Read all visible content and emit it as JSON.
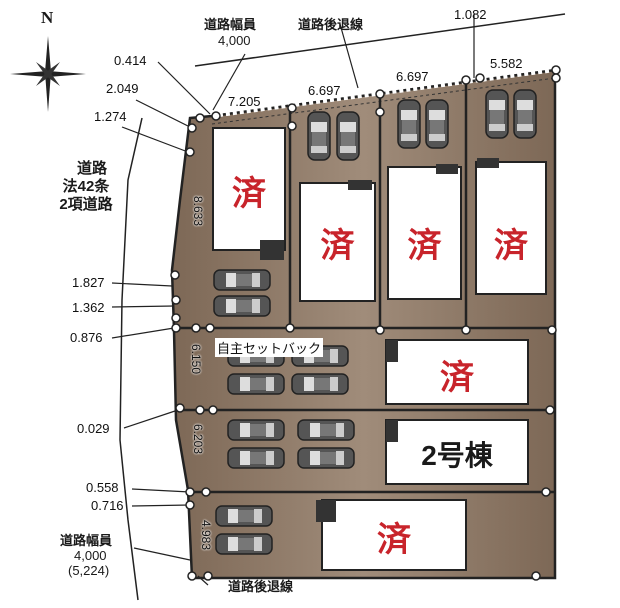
{
  "compass": {
    "north_label": "N",
    "icon": "compass-rose-icon"
  },
  "roads": {
    "north_road": {
      "label": "道路幅員",
      "width": "4,000"
    },
    "north_setback_label": "道路後退線",
    "west_road": {
      "line1": "道路",
      "line2": "法42条",
      "line3": "2項道路"
    },
    "southwest_road": {
      "label": "道路幅員",
      "width": "4,000",
      "width_alt": "(5,224)"
    },
    "south_setback_label": "道路後退線"
  },
  "dimensions": {
    "west_offsets": [
      "0.414",
      "2.049",
      "1.274",
      "1.827",
      "1.362",
      "0.876",
      "0.029",
      "0.558",
      "0.716"
    ],
    "north_offset": "1.082",
    "frontages": [
      "7.205",
      "6.697",
      "6.697",
      "5.582"
    ],
    "lot_depths": {
      "lot1": "8.633",
      "lot5": "6.150",
      "lot6": "6.203",
      "lot7": "4.983"
    }
  },
  "annotations": {
    "self_setback": "自主セットバック"
  },
  "lots": [
    {
      "id": "lot-1",
      "status": "済",
      "sold": true
    },
    {
      "id": "lot-2",
      "status": "済",
      "sold": true
    },
    {
      "id": "lot-3",
      "status": "済",
      "sold": true
    },
    {
      "id": "lot-4",
      "status": "済",
      "sold": true
    },
    {
      "id": "lot-5",
      "status": "済",
      "sold": true
    },
    {
      "id": "lot-6",
      "status": "2号棟",
      "sold": false
    },
    {
      "id": "lot-7",
      "status": "済",
      "sold": true
    }
  ],
  "colors": {
    "lot_fill": "#8a7462",
    "sold_red": "#c8242b",
    "boundary": "#222222",
    "building": "#ffffff"
  }
}
